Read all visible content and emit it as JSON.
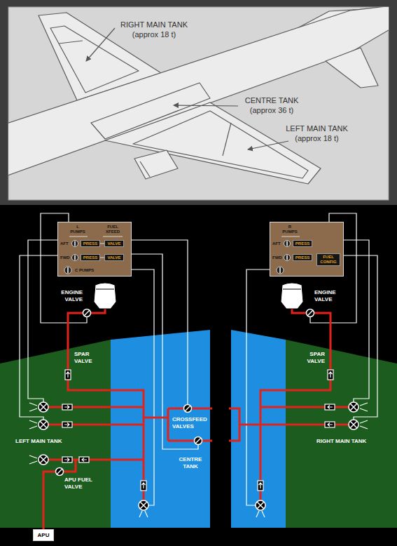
{
  "diagram": {
    "nodes": [
      {
        "text": [
          "L PUMPS",
          "FUEL XFEED",
          "AFT",
          "FWD",
          "C PUMPS"
        ]
      },
      {
        "text": [
          "PRESS"
        ],
        "in": 0
      },
      {
        "text": [
          "PRESS"
        ],
        "in": 0
      },
      {
        "text": [
          "VALVE"
        ],
        "in": 0
      },
      {
        "text": [
          "VALVE"
        ],
        "in": 0
      },
      {
        "text": [
          "R PUMPS",
          "AFT",
          "FWD"
        ]
      },
      {
        "text": [
          "PRESS"
        ],
        "in": 5
      },
      {
        "text": [
          "PRESS"
        ],
        "in": 5
      },
      {
        "text": [
          "FUEL CONFIG"
        ],
        "in": 5
      },
      {
        "text": [
          "LEFT MAIN TANK"
        ]
      },
      {
        "text": [
          "CENTRE TANK"
        ]
      },
      {
        "text": [
          "RIGHT MAIN TANK"
        ]
      },
      {
        "text": [
          "APU"
        ]
      }
    ],
    "edges": [
      {
        "from": 9,
        "to": 12,
        "arrow": "none"
      }
    ],
    "labels": [
      "RIGHT MAIN TANK (approx 18 t)",
      "CENTRE TANK (approx 36 t)",
      "LEFT MAIN TANK (approx 18 t)",
      "ENGINE VALVE",
      "ENGINE VALVE",
      "SPAR VALVE",
      "SPAR VALVE",
      "CROSSFEED VALVES",
      "APU FUEL VALVE"
    ]
  }
}
